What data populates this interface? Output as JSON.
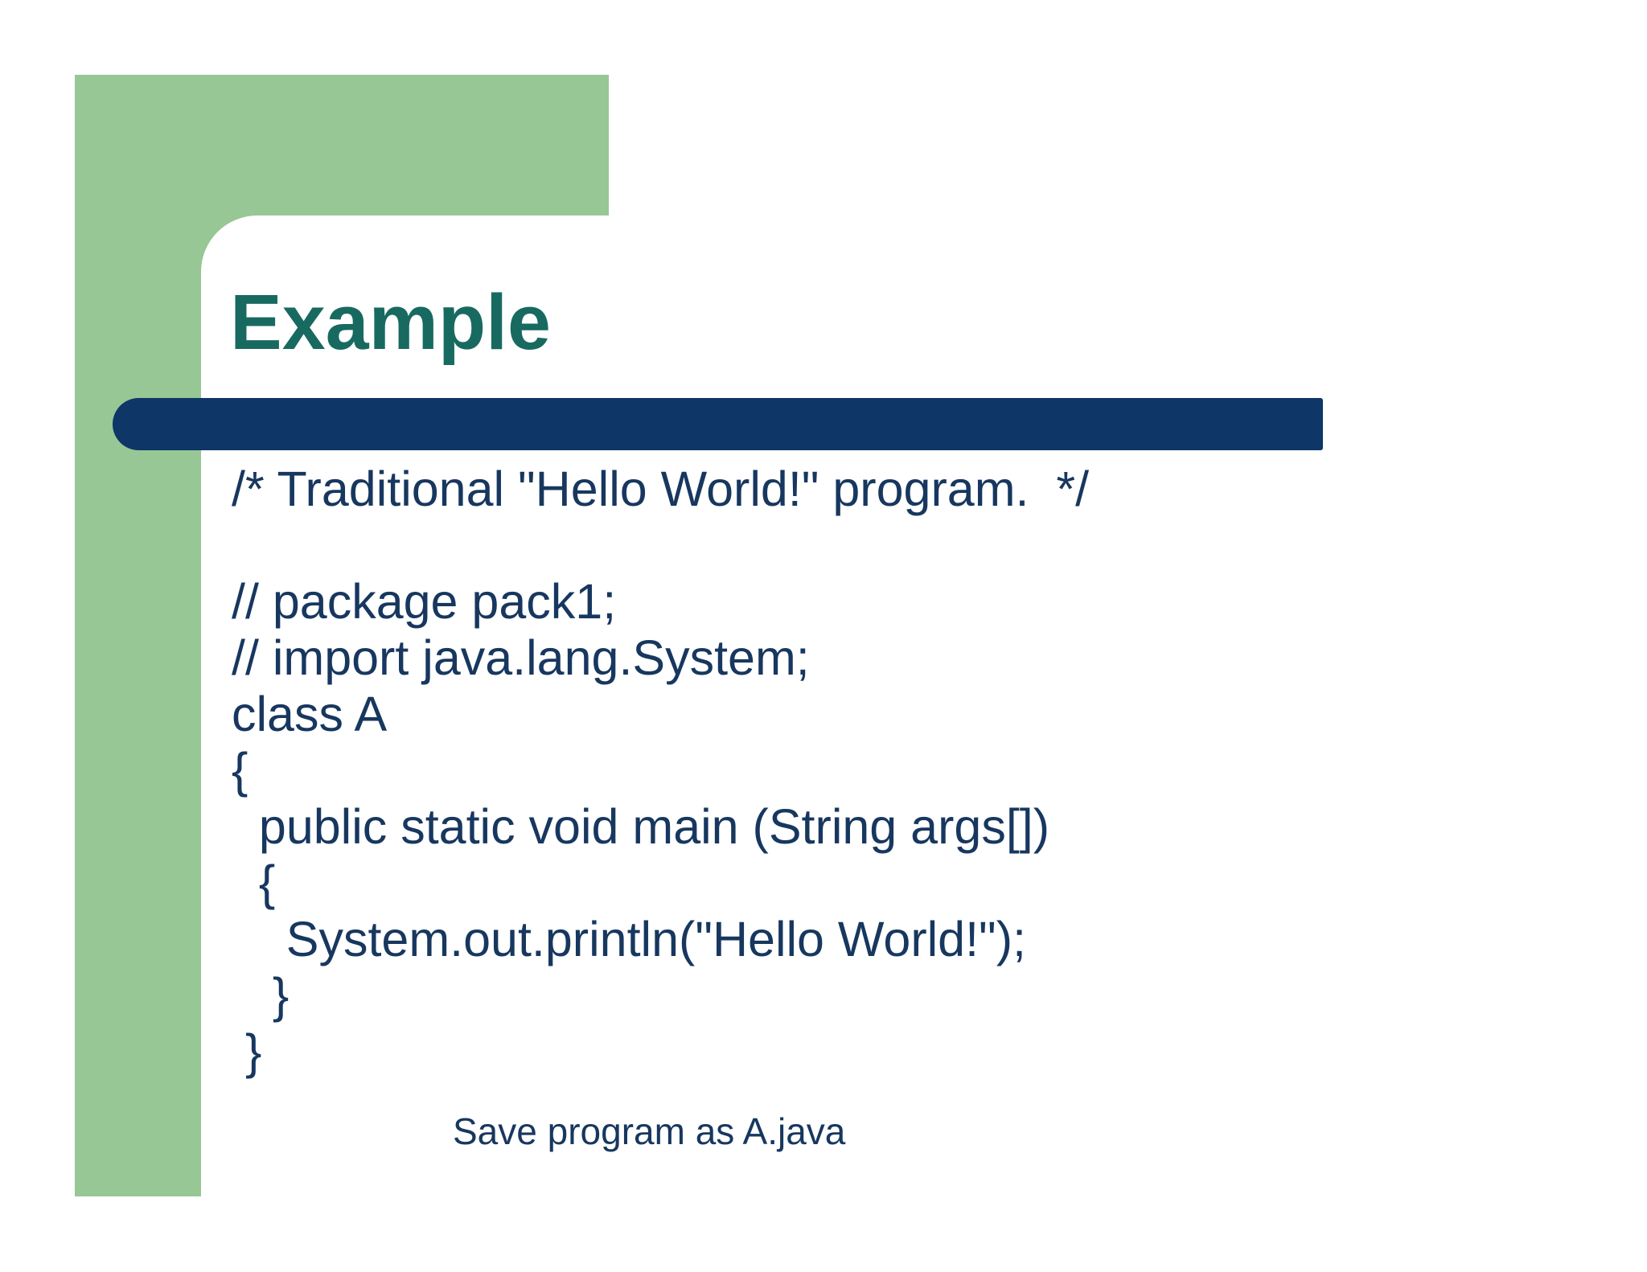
{
  "slide": {
    "title": "Example",
    "caption": "Save program as A.java"
  },
  "code": {
    "lines": [
      "/* Traditional \"Hello World!\" program.  */",
      "",
      "// package pack1;",
      "// import java.lang.System;",
      "class A",
      "{",
      "  public static void main (String args[])",
      "  {",
      "    System.out.println(\"Hello World!\");",
      "   }",
      " }"
    ]
  },
  "colors": {
    "accent_green": "#97c795",
    "bar_navy": "#0e3666",
    "text_navy": "#17375f",
    "title_teal": "#186a60",
    "card_white": "#ffffff"
  }
}
